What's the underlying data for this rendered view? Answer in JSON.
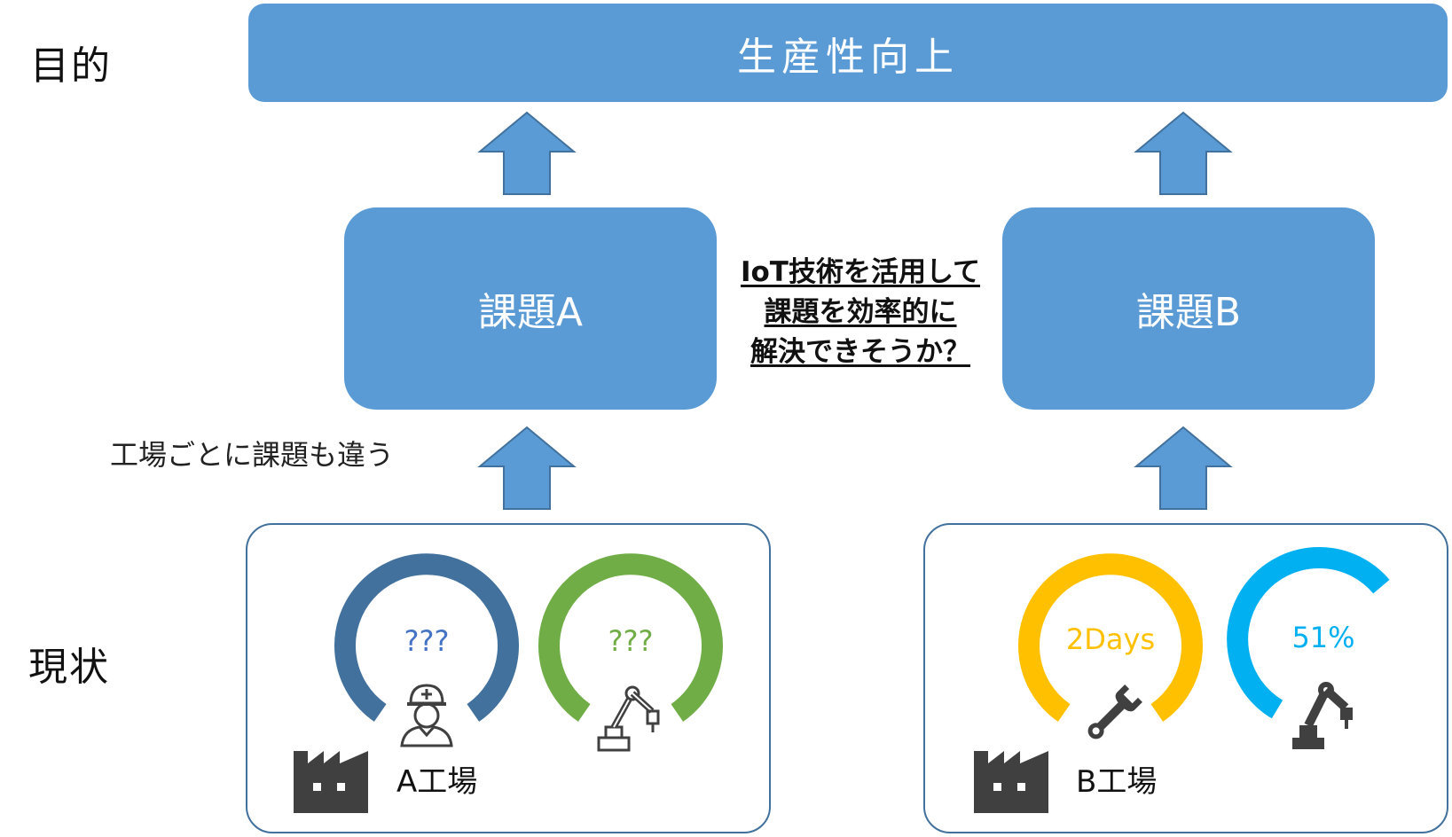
{
  "labels": {
    "goal_row": "目的",
    "current_row": "現状"
  },
  "goal": {
    "text": "生産性向上"
  },
  "tasks": {
    "a": "課題A",
    "b": "課題B"
  },
  "question": {
    "line1": "IoT技術を活用して",
    "line2": "課題を効率的に",
    "line3": "解決できそうか？"
  },
  "note": "工場ごとに課題も違う",
  "factories": {
    "a": {
      "name": "A工場",
      "gauges": [
        {
          "value": "???",
          "color": "#41719c",
          "icon": "worker-helmet-icon",
          "fill": 0.75
        },
        {
          "value": "???",
          "color": "#70ad47",
          "icon": "robot-arm-outline-icon",
          "fill": 0.75
        }
      ]
    },
    "b": {
      "name": "B工場",
      "gauges": [
        {
          "value": "2Days",
          "color": "#ffc000",
          "icon": "wrench-icon",
          "fill": 0.75
        },
        {
          "value": "51%",
          "color": "#00b0f0",
          "icon": "robot-arm-filled-icon",
          "fill": 0.51
        }
      ]
    }
  },
  "colors": {
    "box_fill": "#5b9bd5",
    "arrow_stroke": "#41719c",
    "icon_dark": "#404040"
  },
  "icons": [
    "up-arrow-icon",
    "factory-icon"
  ]
}
